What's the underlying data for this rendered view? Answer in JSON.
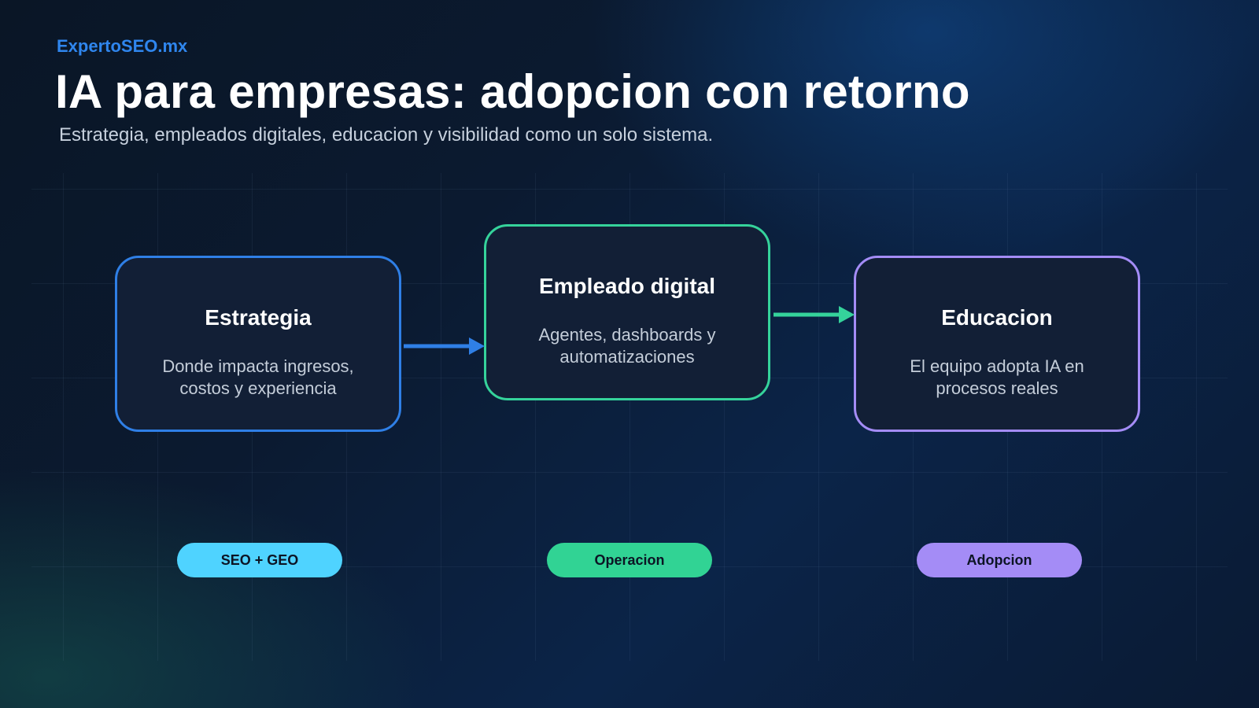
{
  "header": {
    "brand": "ExpertoSEO.mx",
    "title": "IA para empresas: adopcion con retorno",
    "subtitle": "Estrategia, empleados digitales, educacion y visibilidad como un solo sistema."
  },
  "diagram": {
    "nodes": [
      {
        "title": "Estrategia",
        "description": "Donde impacta ingresos, costos y experiencia",
        "border_color": "#2f7fe6"
      },
      {
        "title": "Empleado digital",
        "description": "Agentes, dashboards y automatizaciones",
        "border_color": "#35d39b"
      },
      {
        "title": "Educacion",
        "description": "El equipo adopta IA en procesos reales",
        "border_color": "#a48cf6"
      }
    ],
    "edges": [
      {
        "from": "Estrategia",
        "to": "Empleado digital",
        "color": "#2f7fe6"
      },
      {
        "from": "Empleado digital",
        "to": "Educacion",
        "color": "#35d39b"
      }
    ],
    "tags": [
      {
        "label": "SEO + GEO",
        "color": "#4fd3ff"
      },
      {
        "label": "Operacion",
        "color": "#31d394"
      },
      {
        "label": "Adopcion",
        "color": "#a48cf6"
      }
    ]
  }
}
